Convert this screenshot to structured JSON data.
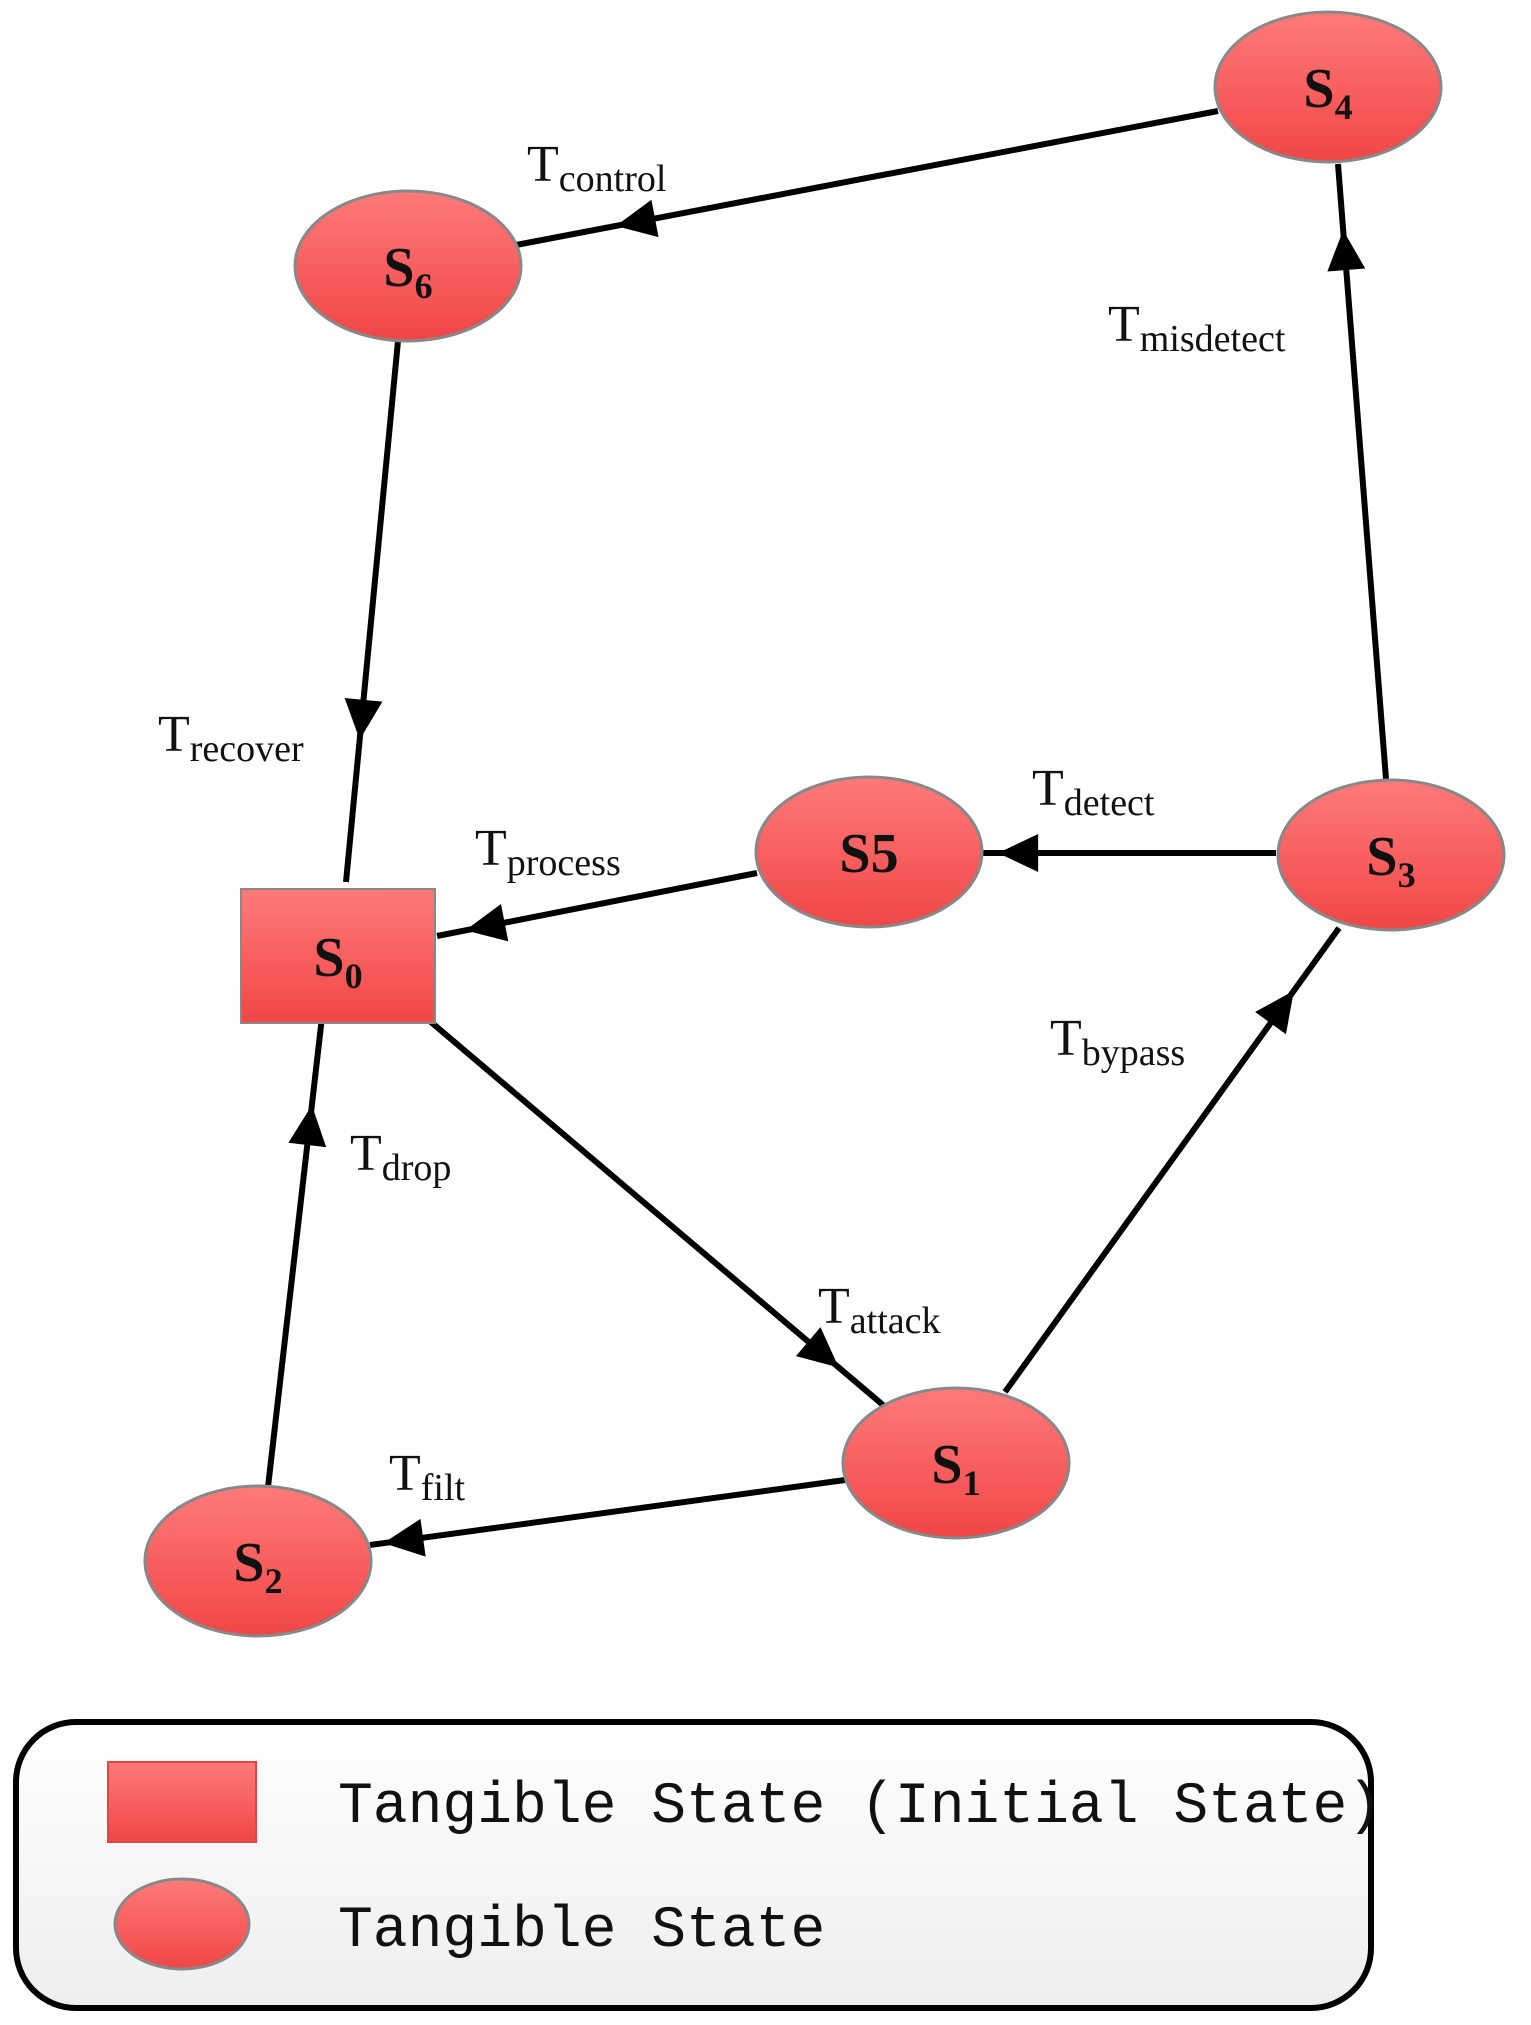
{
  "diagram": {
    "states": [
      {
        "id": "S0",
        "shape": "rect",
        "base": "S",
        "sub": "0"
      },
      {
        "id": "S1",
        "shape": "ellipse",
        "base": "S",
        "sub": "1"
      },
      {
        "id": "S2",
        "shape": "ellipse",
        "base": "S",
        "sub": "2"
      },
      {
        "id": "S3",
        "shape": "ellipse",
        "base": "S",
        "sub": "3"
      },
      {
        "id": "S4",
        "shape": "ellipse",
        "base": "S",
        "sub": "4"
      },
      {
        "id": "S5",
        "shape": "ellipse",
        "base": "S5",
        "sub": ""
      },
      {
        "id": "S6",
        "shape": "ellipse",
        "base": "S",
        "sub": "6"
      }
    ],
    "transitions": [
      {
        "from": "S0",
        "to": "S1",
        "base": "T",
        "sub": "attack"
      },
      {
        "from": "S1",
        "to": "S2",
        "base": "T",
        "sub": "filt"
      },
      {
        "from": "S2",
        "to": "S0",
        "base": "T",
        "sub": "drop"
      },
      {
        "from": "S1",
        "to": "S3",
        "base": "T",
        "sub": "bypass"
      },
      {
        "from": "S3",
        "to": "S5",
        "base": "T",
        "sub": "detect"
      },
      {
        "from": "S5",
        "to": "S0",
        "base": "T",
        "sub": "process"
      },
      {
        "from": "S3",
        "to": "S4",
        "base": "T",
        "sub": "misdetect"
      },
      {
        "from": "S4",
        "to": "S6",
        "base": "T",
        "sub": "control"
      },
      {
        "from": "S6",
        "to": "S0",
        "base": "T",
        "sub": "recover"
      }
    ]
  },
  "legend": {
    "initial_label": "Tangible State (Initial State)",
    "state_label": "Tangible State"
  },
  "colors": {
    "state_fill_top": "#ff7a7a",
    "state_fill_bottom": "#f04646",
    "edge": "#000000"
  }
}
